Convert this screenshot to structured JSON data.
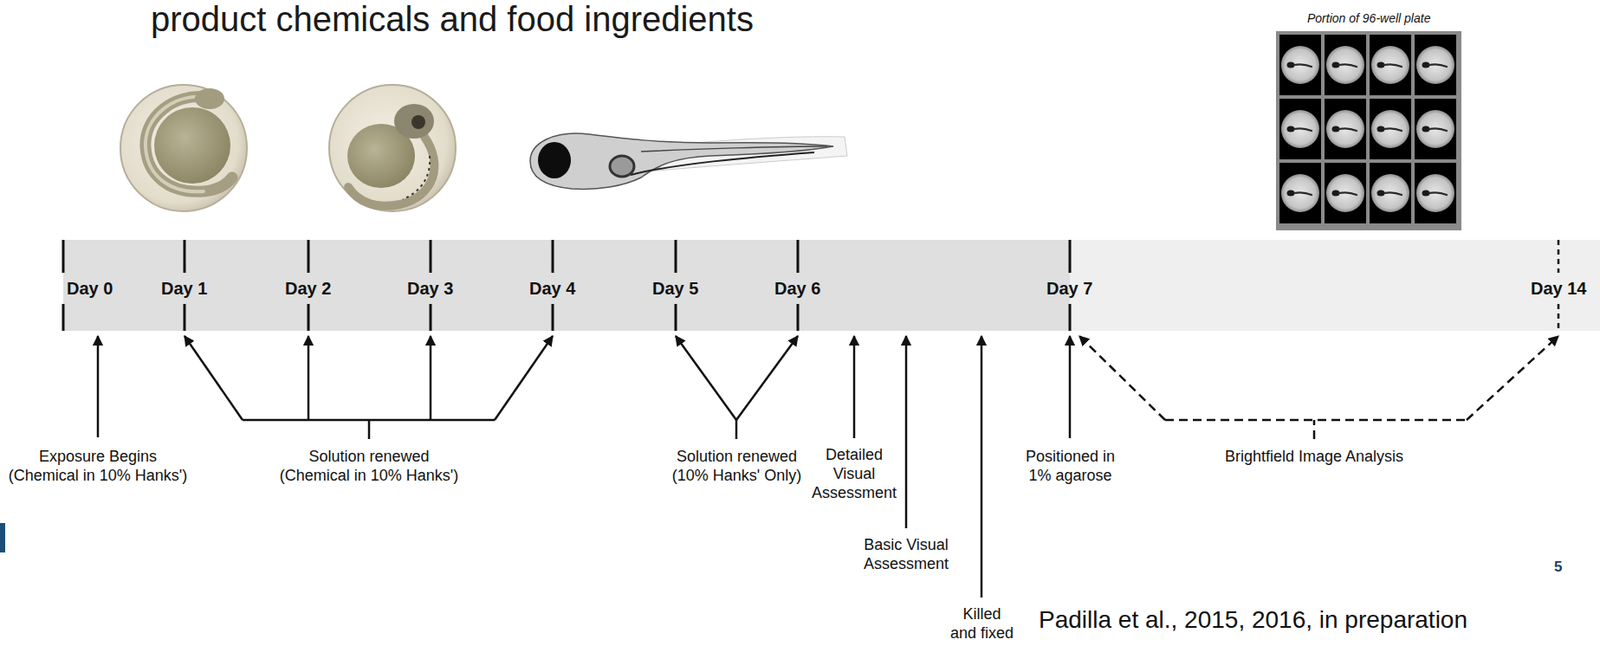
{
  "diagram": {
    "title": "product chemicals and food ingredients",
    "labels": [
      "Portion of 96-well plate",
      "Day 0",
      "Day 1",
      "Day 2",
      "Day 3",
      "Day 4",
      "Day 5",
      "Day 6",
      "Day 7",
      "Day 14",
      "Exposure Begins (Chemical in 10% Hanks')",
      "Solution renewed (Chemical in 10% Hanks')",
      "Solution renewed (10% Hanks' Only)",
      "Detailed Visual Assessment",
      "Basic Visual Assessment",
      "Killed and fixed",
      "Positioned in 1% agarose",
      "Brightfield Image Analysis",
      "5",
      "Padilla et al., 2015, 2016, in preparation"
    ]
  }
}
